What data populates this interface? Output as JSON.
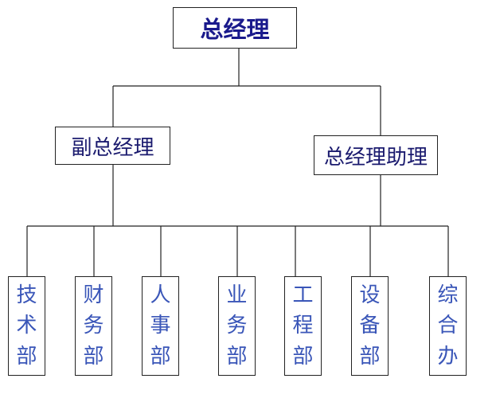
{
  "org_chart": {
    "top": {
      "label": "总经理"
    },
    "deputy": {
      "label": "副总经理"
    },
    "assistant": {
      "label": "总经理助理"
    },
    "departments": [
      {
        "name": "tech",
        "chars": [
          "技",
          "术",
          "部"
        ]
      },
      {
        "name": "finance",
        "chars": [
          "财",
          "务",
          "部"
        ]
      },
      {
        "name": "hr",
        "chars": [
          "人",
          "事",
          "部"
        ]
      },
      {
        "name": "business",
        "chars": [
          "业",
          "务",
          "部"
        ]
      },
      {
        "name": "engineering",
        "chars": [
          "工",
          "程",
          "部"
        ]
      },
      {
        "name": "equipment",
        "chars": [
          "设",
          "备",
          "部"
        ]
      },
      {
        "name": "general-office",
        "chars": [
          "综",
          "合",
          "办"
        ]
      }
    ]
  },
  "colors": {
    "top_text": "#1a1a8c",
    "mid_text": "#1a1a6e",
    "dept_text": "#3a56b8",
    "lines": "#222222"
  }
}
